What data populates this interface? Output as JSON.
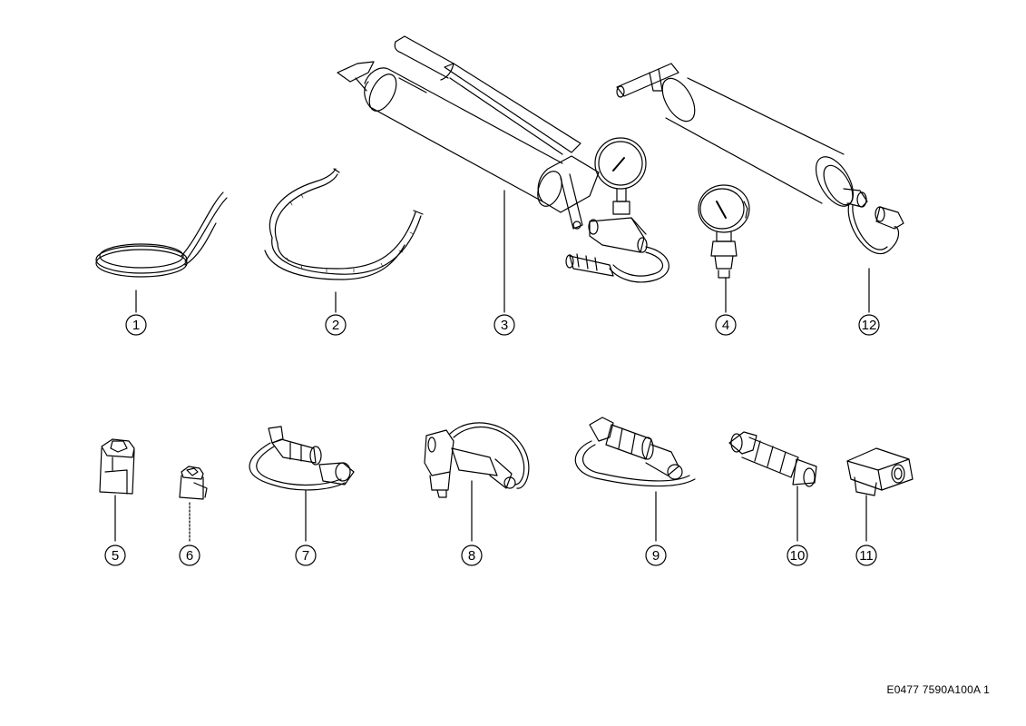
{
  "diagram": {
    "callouts": [
      "1",
      "2",
      "3",
      "4",
      "12",
      "5",
      "6",
      "7",
      "8",
      "9",
      "10",
      "11"
    ],
    "reference_code": "E0477 7590A100A 1"
  },
  "colors": {
    "line": "#000000",
    "background": "#ffffff"
  },
  "parts": [
    {
      "callout": "1",
      "icon": "coiled-wire-icon"
    },
    {
      "callout": "2",
      "icon": "coiled-hose-icon"
    },
    {
      "callout": "3",
      "icon": "hand-pump-with-gauge-icon"
    },
    {
      "callout": "4",
      "icon": "pressure-gauge-icon"
    },
    {
      "callout": "12",
      "icon": "suction-pump-icon"
    },
    {
      "callout": "5",
      "icon": "socket-tool-icon"
    },
    {
      "callout": "6",
      "icon": "small-socket-icon"
    },
    {
      "callout": "7",
      "icon": "looped-coupling-icon"
    },
    {
      "callout": "8",
      "icon": "angled-coupling-icon"
    },
    {
      "callout": "9",
      "icon": "straight-coupling-icon"
    },
    {
      "callout": "10",
      "icon": "threaded-adapter-icon"
    },
    {
      "callout": "11",
      "icon": "elbow-union-icon"
    }
  ]
}
